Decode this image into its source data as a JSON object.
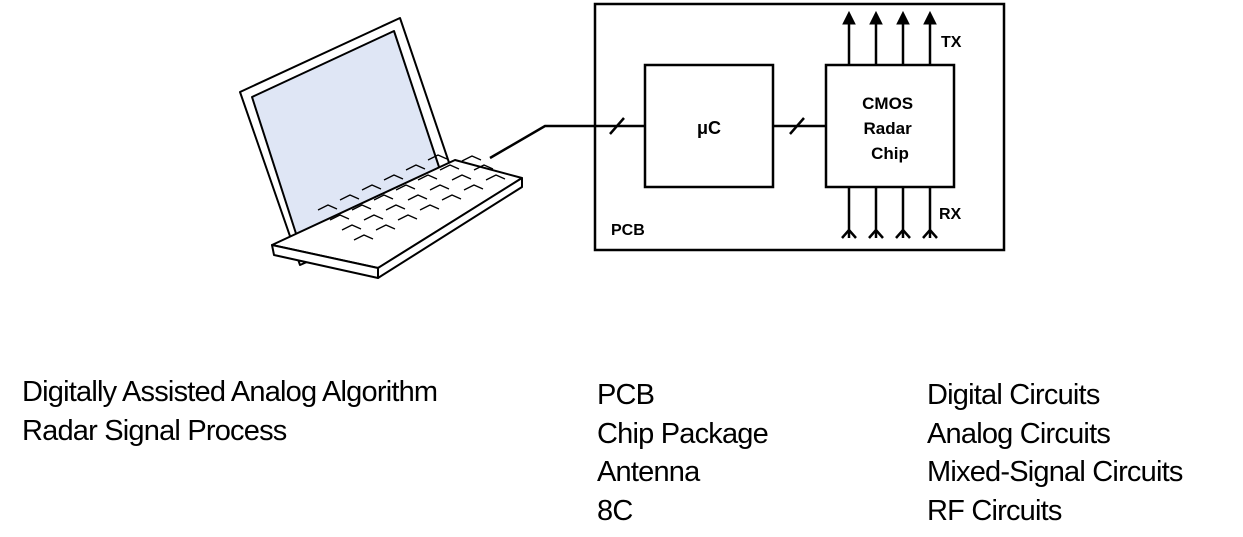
{
  "diagram": {
    "block_uc": "μC",
    "block_radar_chip": [
      "CMOS",
      "Radar",
      "Chip"
    ],
    "label_tx": "TX",
    "label_rx": "RX",
    "label_pcb": "PCB"
  },
  "columns": {
    "algorithms": [
      "Digitally Assisted Analog Algorithm",
      "Radar Signal Process"
    ],
    "packaging": [
      "PCB",
      "Chip Package",
      "Antenna",
      "8C"
    ],
    "circuits": [
      "Digital Circuits",
      "Analog Circuits",
      "Mixed-Signal Circuits",
      "RF Circuits"
    ]
  }
}
